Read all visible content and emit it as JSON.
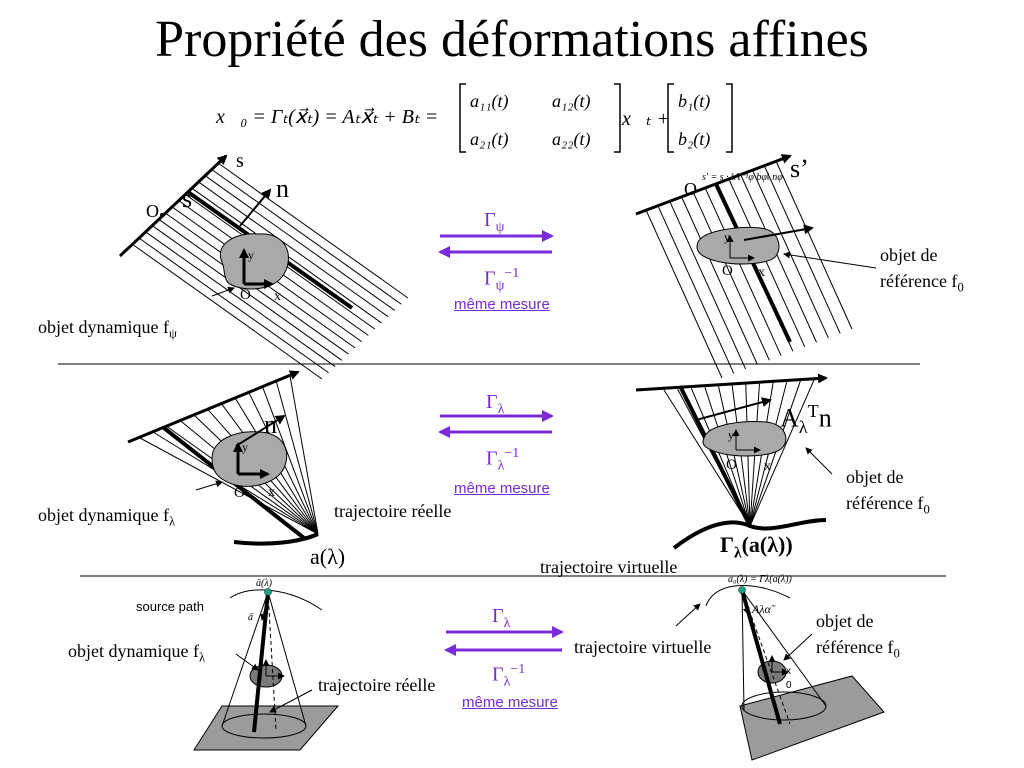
{
  "title": "Propriété des déformations affines",
  "equation": {
    "lhs": "x⃗₀ = Γₜ(x⃗ₜ) = Aₜx⃗ₜ + Bₜ =",
    "m11": "a₁₁(t)",
    "m12": "a₁₂(t)",
    "m21": "a₂₁(t)",
    "m22": "a₂₂(t)",
    "mid": "x⃗ₜ +",
    "b1": "b₁(t)",
    "b2": "b₂(t)"
  },
  "row1": {
    "s_axis": "s",
    "s_label": "s",
    "n_label": "n",
    "o_label": "O",
    "y_label": "y",
    "o_small": "O",
    "x_small": "x",
    "dyn_label": "objet dynamique f",
    "dyn_sub": "ψ",
    "forward": "Γ",
    "forward_sub": "ψ",
    "inverse": "Γ",
    "inverse_sub": "ψ",
    "inverse_sup": "−1",
    "link": "même mesure",
    "s_prime": "s’",
    "s_prime_eq": "s' = s · ‖A⁻¹φ bφ‖ nφ",
    "o_right": "O",
    "y_right": "y",
    "o_right_small": "O",
    "x_right": "x",
    "ref_label_1": "objet de",
    "ref_label_2": "référence f",
    "ref_sub": "0"
  },
  "row2": {
    "n_label": "n",
    "y_label": "y",
    "o_small": "O",
    "x_small": "x",
    "dyn_label": "objet dynamique f",
    "dyn_sub": "λ",
    "traj_real": "trajectoire réelle",
    "a_lambda": "a(λ)",
    "forward": "Γ",
    "forward_sub": "λ",
    "inverse": "Γ",
    "inverse_sub": "λ",
    "inverse_sup": "−1",
    "link": "même mesure",
    "a_t_n": "A",
    "a_t_sub": "λ",
    "a_t_sup": "T",
    "a_t_n_end": "n",
    "y_right": "y",
    "o_right": "O",
    "x_right": "x",
    "ref_label_1": "objet de",
    "ref_label_2": "référence f",
    "ref_sub": "0",
    "gamma_label": "Γ",
    "gamma_sub": "λ",
    "gamma_arg": "(a(λ))",
    "traj_virtual": "trajectoire virtuelle"
  },
  "row3": {
    "a_top": "ā(λ)",
    "source_path": "source path",
    "a_vec": "ā",
    "dyn_label": "objet dynamique f",
    "dyn_sub": "λ",
    "traj_real": "trajectoire réelle",
    "forward": "Γ",
    "forward_sub": "λ",
    "inverse": "Γ",
    "inverse_sub": "λ",
    "inverse_sup": "−1",
    "link": "même mesure",
    "traj_virtual": "trajectoire virtuelle",
    "a0_eq": "ā₀(λ) = Γλ(ā(λ))",
    "a_alpha": "Aλα̃",
    "ref_label_1": "objet de",
    "ref_label_2": "référence f",
    "ref_sub": "0",
    "x_small": "x",
    "zero_small": "0"
  },
  "colors": {
    "accent": "#7a2ad6",
    "object_fill": "#a9a9a9",
    "plane_fill": "#9b9b9b"
  }
}
